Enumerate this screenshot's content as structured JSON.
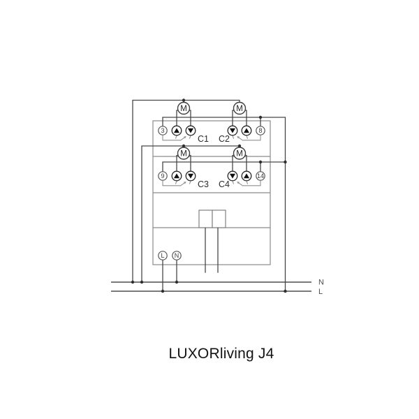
{
  "title": "LUXORliving J4",
  "power": {
    "n_label": "N",
    "l_label": "L"
  },
  "device": {
    "motor_symbol": "M",
    "supply_terminals": {
      "l": "L",
      "n": "N"
    },
    "channels": [
      {
        "id": "C1",
        "terminal": "3",
        "motor": "M",
        "arrows": [
          "up",
          "down"
        ]
      },
      {
        "id": "C2",
        "terminal": "8",
        "motor": "M",
        "arrows": [
          "down",
          "up"
        ]
      },
      {
        "id": "C3",
        "terminal": "9",
        "motor": "M",
        "arrows": [
          "up",
          "down"
        ]
      },
      {
        "id": "C4",
        "terminal": "14",
        "motor": "M",
        "arrows": [
          "down",
          "up"
        ]
      }
    ]
  },
  "colors": {
    "wire": "#474747",
    "device_outline": "#8a8a8a",
    "contact_symbol": "#8f8f8f",
    "power_line": "#7a7a7a",
    "label_text": "#2a2a2a",
    "background": "#ffffff"
  }
}
